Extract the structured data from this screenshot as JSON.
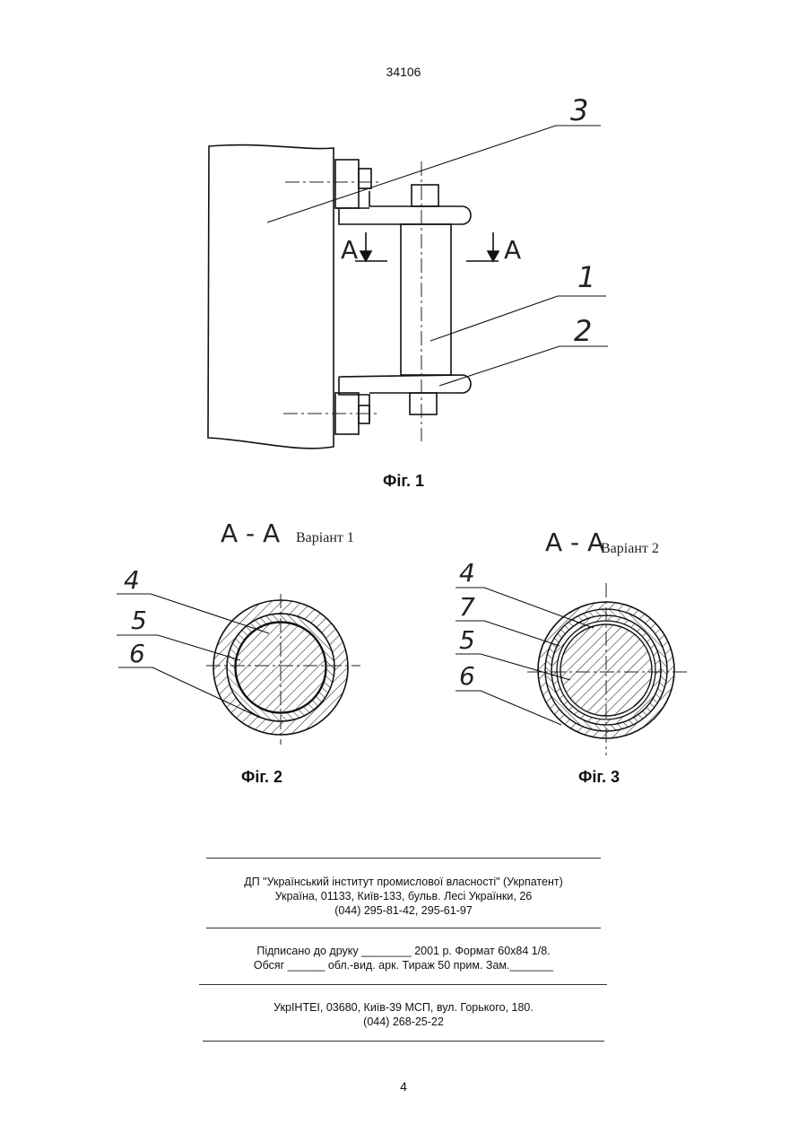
{
  "header": {
    "doc_number": "34106"
  },
  "figures": {
    "fig1": {
      "caption": "Фіг. 1",
      "labels": {
        "l3": "3",
        "l1": "1",
        "l2": "2",
        "sectionLeft": "A",
        "sectionRight": "A"
      }
    },
    "fig2": {
      "caption": "Фіг. 2",
      "section_title": "A - A",
      "variant": "Варіант 1",
      "labels": {
        "l4": "4",
        "l5": "5",
        "l6": "6"
      }
    },
    "fig3": {
      "caption": "Фіг. 3",
      "section_title": "A - A",
      "variant": "Варіант 2",
      "labels": {
        "l4": "4",
        "l7": "7",
        "l5": "5",
        "l6": "6"
      }
    }
  },
  "imprint": {
    "block1": {
      "line1": "ДП \"Український інститут промислової власності\" (Укрпатент)",
      "line2": "Україна, 01133, Київ-133, бульв. Лесі Українки, 26",
      "line3": "(044) 295-81-42, 295-61-97"
    },
    "block2": {
      "line1": "Підписано до друку ________ 2001 р.    Формат 60х84 1/8.",
      "line2": "Обсяг ______ обл.-вид. арк.   Тираж 50 прим.    Зам._______"
    },
    "block3": {
      "line1": "УкрІНТЕІ, 03680, Київ-39 МСП, вул. Горького, 180.",
      "line2": "(044) 268-25-22"
    }
  },
  "footer": {
    "page_number": "4"
  }
}
